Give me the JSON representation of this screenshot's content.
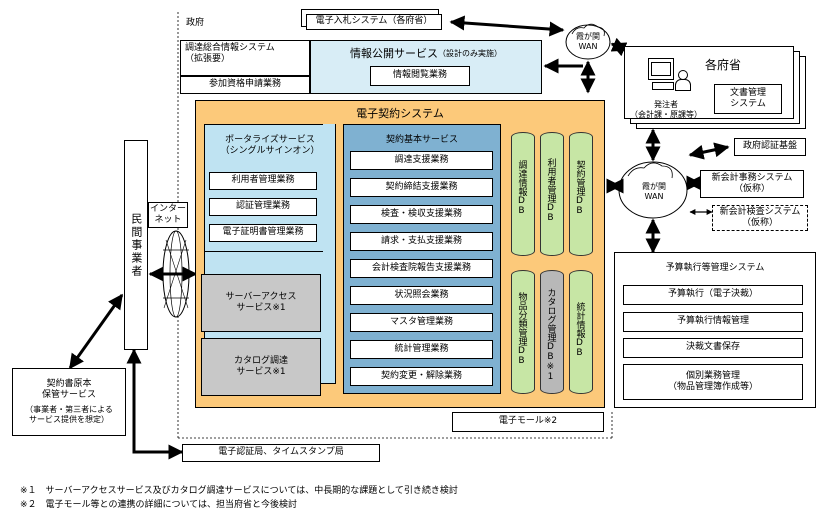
{
  "labels": {
    "government": "政府",
    "e_bidding": "電子入札システム（各府省）",
    "kasumigaseki_wan_top": "霞が関\nWAN",
    "kasumigaseki_wan_mid": "霞が関\nWAN",
    "procurement_info": "調達総合情報システム\n（拡張要）",
    "qualification": "参加資格申請業務",
    "info_disclosure_title": "情報公開サービス",
    "info_disclosure_note": "（設計のみ実施）",
    "info_browse": "情報閲覧業務",
    "ministries": "各府省",
    "orderer": "発注者\n（会計課・原課等）",
    "document_system": "文書管理\nシステム",
    "gov_auth": "政府認証基盤",
    "new_accounting": "新会計事務システム\n（仮称）",
    "new_audit": "新会計検査システム\n（仮称）",
    "econtract": "電子契約システム",
    "portal_title": "ポータライズサービス\n（シングルサインオン）",
    "portal_items": [
      "利用者管理業務",
      "認証管理業務",
      "電子証明書管理業務"
    ],
    "server_access": "サーバーアクセス\nサービス※1",
    "catalog_procurement": "カタログ調達\nサービス※1",
    "basic_title": "契約基本サービス",
    "basic_items": [
      "調達支援業務",
      "契約締結支援業務",
      "検査・検収支援業務",
      "請求・支払支援業務",
      "会計検査院報告支援業務",
      "状況照会業務",
      "マスタ管理業務",
      "統計管理業務",
      "契約変更・解除業務"
    ],
    "db_top": [
      "調達情報DB",
      "利用者管理DB",
      "契約管理DB"
    ],
    "db_bottom": [
      "物品分類管理DB",
      "カタログ管理DB※1",
      "統計情報DB"
    ],
    "internet": "インター\nネット",
    "private_business": "民間事業者",
    "archive_title": "契約書原本\n保管サービス",
    "archive_note": "（事業者・第三者による\nサービス提供を想定）",
    "budget_title": "予算執行等管理システム",
    "budget_items": [
      "予算執行（電子決裁）",
      "予算執行情報管理",
      "決裁文書保存",
      "個別業務管理\n（物品管理簿作成等）"
    ],
    "emall": "電子モール※2",
    "cert_bureau": "電子認証局、タイムスタンプ局"
  },
  "footnotes": [
    "※１　サーバーアクセスサービス及びカタログ調達サービスについては、中長期的な課題として引き続き検討",
    "※２　電子モール等との連携の詳細については、担当府省と今後検討"
  ],
  "colors": {
    "econtract_bg": "#fcc97a",
    "portal_bg": "#bfe3f2",
    "basic_bg": "#7fb1d1",
    "db_green": "#c7e6a5",
    "db_gray": "#b8b8b8",
    "gray_box": "#c8c8c8",
    "info_bg": "#d8edf6"
  },
  "icons": [
    "terminal-icon",
    "person-icon",
    "network-cloud-icon",
    "globe-icon"
  ]
}
